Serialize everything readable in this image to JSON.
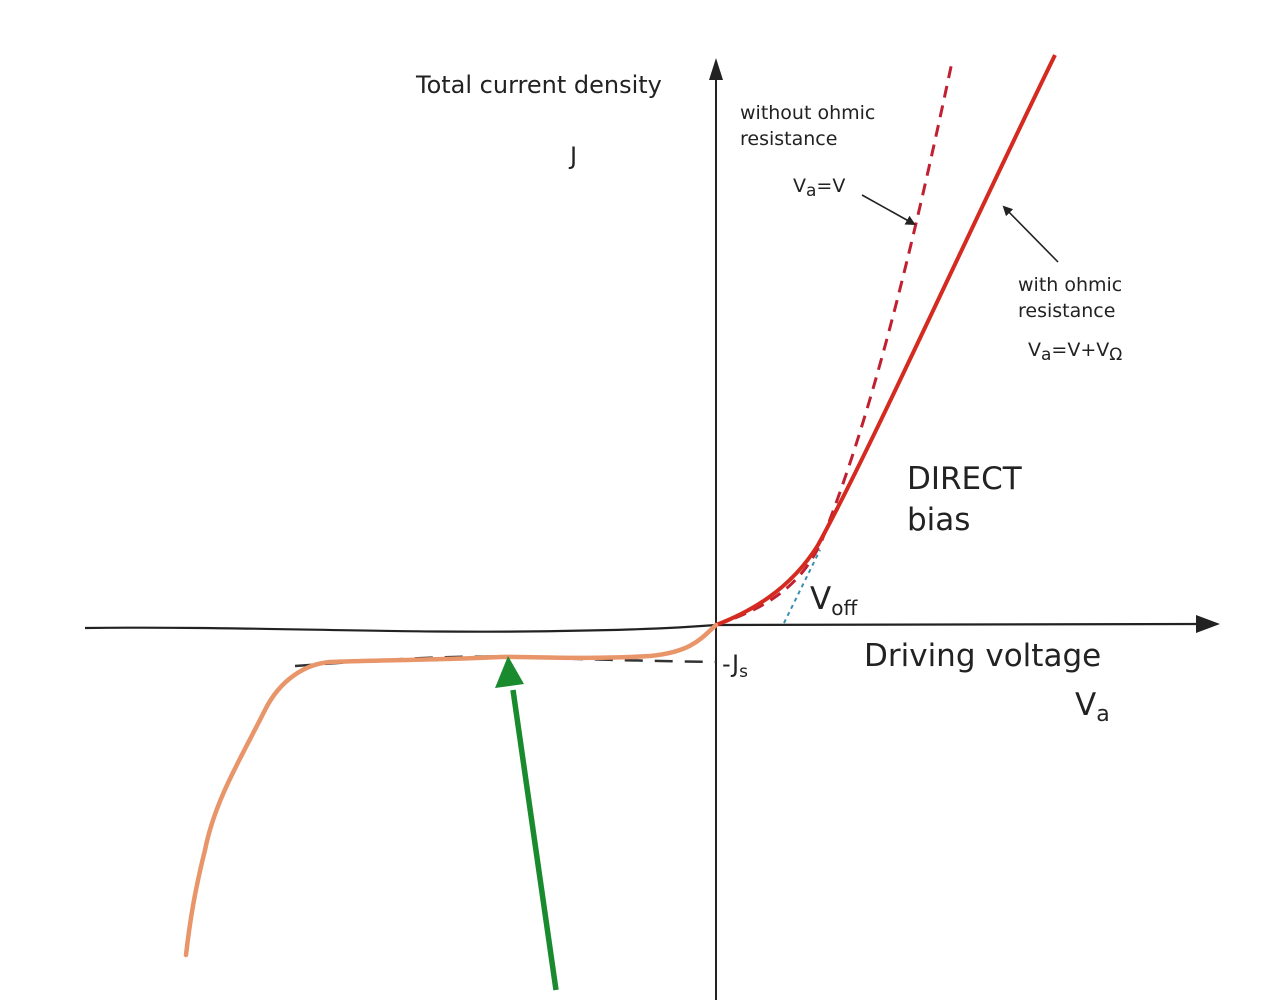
{
  "axes": {
    "y_title": "Total current density",
    "y_symbol": "J",
    "x_title": "Driving voltage",
    "x_symbol_main": "V",
    "x_symbol_sub": "a"
  },
  "annotations": {
    "without_line1": "without ohmic",
    "without_line2": "resistance",
    "without_eq_V": "V",
    "without_eq_sub": "a",
    "without_eq_rest": "=V",
    "with_line1": "with ohmic",
    "with_line2": "resistance",
    "with_eq_V": "V",
    "with_eq_sub": "a",
    "with_eq_mid": "=V+V",
    "with_eq_sub2": "Ω",
    "region_line1": "DIRECT",
    "region_line2": "bias",
    "voff_main": "V",
    "voff_sub": "off",
    "js_main": "-J",
    "js_sub": "s"
  },
  "colors": {
    "axis": "#222222",
    "ohmic_curve": "#d42a20",
    "ideal_curve": "#c02030",
    "reverse_sketch": "#e8956a",
    "arrow": "#1a8a2e",
    "tangent": "#3a8fb0"
  }
}
